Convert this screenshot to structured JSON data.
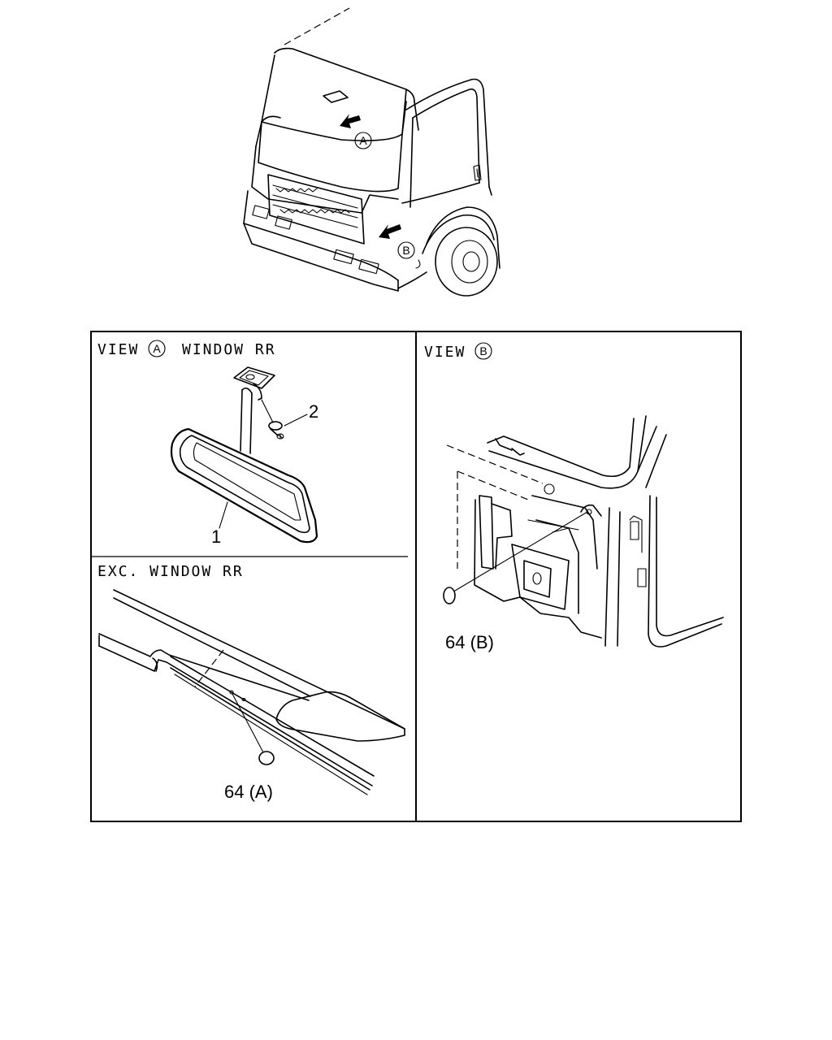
{
  "overview": {
    "marker_a": "A",
    "marker_b": "B"
  },
  "view_a": {
    "title_prefix": "VIEW",
    "title_marker": "A",
    "title_suffix": "WINDOW RR",
    "part_mirror": "1",
    "part_screw": "2"
  },
  "exc_window": {
    "title": "EXC. WINDOW RR",
    "part_label": "64 (A)"
  },
  "view_b": {
    "title_prefix": "VIEW",
    "title_marker": "B",
    "part_label": "64 (B)"
  }
}
